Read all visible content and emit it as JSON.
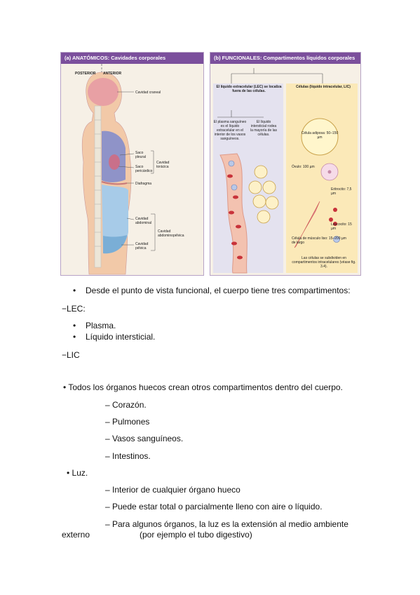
{
  "figure_a": {
    "header": "(a) ANATÓMICOS: Cavidades corporales",
    "orientation": [
      "POSTERIOR",
      "ANTERIOR"
    ],
    "labels": {
      "cranial": "Cavidad craneal",
      "pleural": "Saco pleural",
      "pericardial": "Saco pericárdico",
      "thoracic": "Cavidad torácica",
      "diaphragm": "Diafragma",
      "abdominal": "Cavidad abdominal",
      "pelvic": "Cavidad pélvica",
      "abdominopelvic": "Cavidad abdominopélvica"
    }
  },
  "figure_b": {
    "header": "(b) FUNCIONALES: Compartimentos líquidos corporales",
    "lec_title": "El líquido extracelular (LEC) se localiza fuera de las células.",
    "lic_title": "Células (líquido intracelular, LIC)",
    "plasma": "El plasma sanguíneo es el líquido extracelular en el interior de los vasos sanguíneos.",
    "interstitial": "El líquido intersticial rodea la mayoría de las células.",
    "adipose": "Célula adiposa: 50–150 µm",
    "ovum": "Óvulo: 100 µm",
    "erythrocyte": "Eritrocito: 7,5 µm",
    "leukocyte": "Leucocito: 15 µm",
    "muscle": "Célula de músculo liso: 15–200 µm de largo",
    "note": "Las células se subdividen en compartimentos intracelulares (véase fig. 3.4)."
  },
  "text": {
    "line1": "Desde el punto de vista funcional, el cuerpo tiene tres compartimentos:",
    "lec": "−LEC:",
    "plasma": "Plasma.",
    "interstitial": "Líquido intersticial.",
    "lic": "−LIC",
    "organs": "• Todos los órganos huecos crean otros compartimentos dentro del cuerpo.",
    "heart": "– Corazón.",
    "lungs": "– Pulmones",
    "vessels": "– Vasos sanguíneos.",
    "intestines": "– Intestinos.",
    "luz": "• Luz.",
    "interior": "– Interior de cualquier órgano hueco",
    "filled": "– Puede estar total o parcialmente lleno con aire o líquido.",
    "extension": "– Para algunos órganos, la luz es la extensión al medio ambiente",
    "externo": "externo",
    "example": "(por ejemplo el tubo digestivo)"
  }
}
